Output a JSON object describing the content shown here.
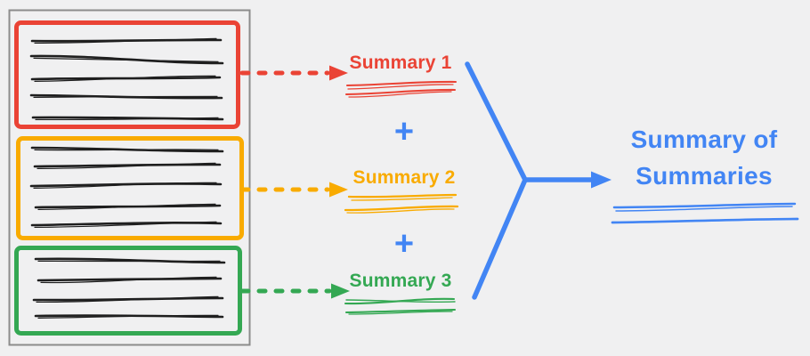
{
  "diagram": {
    "background_color": "#F0F0F1",
    "ink_color": "#1F1F1F",
    "document_box": {
      "border_color": "#8C8C8C"
    },
    "chunks": [
      {
        "color": "#EA4335",
        "summary_label": "Summary 1",
        "text_line_count": 5
      },
      {
        "color": "#F9AB00",
        "summary_label": "Summary 2",
        "text_line_count": 5
      },
      {
        "color": "#34A853",
        "summary_label": "Summary 3",
        "text_line_count": 4
      }
    ],
    "plus_label": "+",
    "merge_color": "#4285F4",
    "result_label": "Summary of Summaries"
  }
}
